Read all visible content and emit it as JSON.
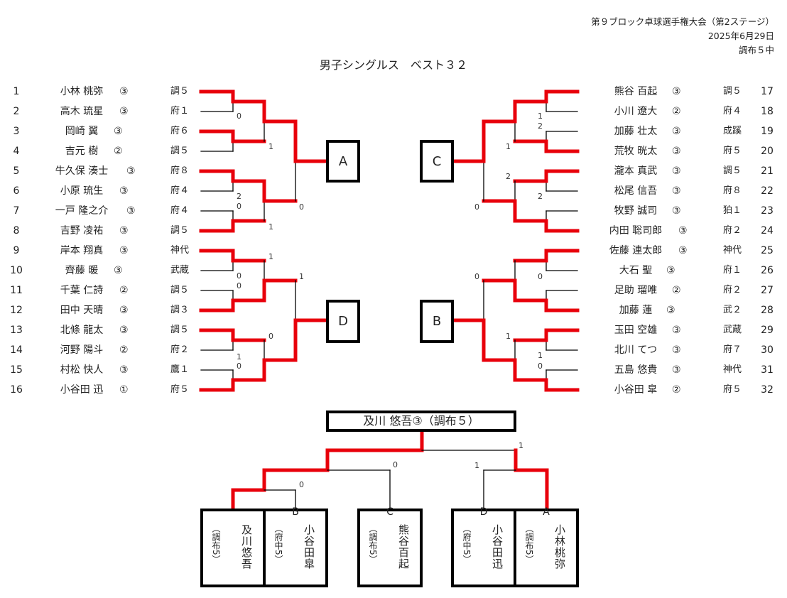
{
  "header": {
    "tournament": "第９ブロック卓球選手権大会（第2ステージ）",
    "date": "2025年6月29日",
    "venue": "調布５中"
  },
  "title": "男子シングルス　ベスト３２",
  "left_players": [
    {
      "num": "1",
      "name": "小林 桃弥",
      "grade": "③",
      "school": "調５"
    },
    {
      "num": "2",
      "name": "高木 琉星",
      "grade": "③",
      "school": "府１"
    },
    {
      "num": "3",
      "name": "岡崎 翼",
      "grade": "③",
      "school": "府６"
    },
    {
      "num": "4",
      "name": "吉元 樹",
      "grade": "②",
      "school": "調５"
    },
    {
      "num": "5",
      "name": "牛久保 湊士",
      "grade": "③",
      "school": "府８"
    },
    {
      "num": "6",
      "name": "小原 琉生",
      "grade": "③",
      "school": "府４"
    },
    {
      "num": "7",
      "name": "一戸 隆之介",
      "grade": "③",
      "school": "府４"
    },
    {
      "num": "8",
      "name": "吉野 凌祐",
      "grade": "③",
      "school": "調５"
    },
    {
      "num": "9",
      "name": "岸本 翔真",
      "grade": "③",
      "school": "神代"
    },
    {
      "num": "10",
      "name": "齊藤 暖",
      "grade": "③",
      "school": "武蔵"
    },
    {
      "num": "11",
      "name": "千葉 仁詩",
      "grade": "②",
      "school": "調５"
    },
    {
      "num": "12",
      "name": "田中 天晴",
      "grade": "③",
      "school": "調３"
    },
    {
      "num": "13",
      "name": "北條 龍太",
      "grade": "③",
      "school": "調５"
    },
    {
      "num": "14",
      "name": "河野 陽斗",
      "grade": "②",
      "school": "府２"
    },
    {
      "num": "15",
      "name": "村松 快人",
      "grade": "③",
      "school": "鷹１"
    },
    {
      "num": "16",
      "name": "小谷田 迅",
      "grade": "①",
      "school": "府５"
    }
  ],
  "right_players": [
    {
      "num": "17",
      "name": "熊谷 百起",
      "grade": "③",
      "school": "調５"
    },
    {
      "num": "18",
      "name": "小川 遼大",
      "grade": "②",
      "school": "府４"
    },
    {
      "num": "19",
      "name": "加藤 壮太",
      "grade": "③",
      "school": "成蹊"
    },
    {
      "num": "20",
      "name": "荒牧 晄太",
      "grade": "③",
      "school": "府５"
    },
    {
      "num": "21",
      "name": "瀧本 真武",
      "grade": "③",
      "school": "調５"
    },
    {
      "num": "22",
      "name": "松尾 信吾",
      "grade": "③",
      "school": "府８"
    },
    {
      "num": "23",
      "name": "牧野 誠司",
      "grade": "③",
      "school": "狛１"
    },
    {
      "num": "24",
      "name": "内田 聡司郎",
      "grade": "③",
      "school": "府２"
    },
    {
      "num": "25",
      "name": "佐藤 連太郎",
      "grade": "③",
      "school": "神代"
    },
    {
      "num": "26",
      "name": "大石 聖",
      "grade": "③",
      "school": "府１"
    },
    {
      "num": "27",
      "name": "足助 瑠唯",
      "grade": "②",
      "school": "府２"
    },
    {
      "num": "28",
      "name": "加藤 蓮",
      "grade": "③",
      "school": "武２"
    },
    {
      "num": "29",
      "name": "玉田 空雄",
      "grade": "③",
      "school": "武蔵"
    },
    {
      "num": "30",
      "name": "北川 てつ",
      "grade": "③",
      "school": "府７"
    },
    {
      "num": "31",
      "name": "五島 悠貴",
      "grade": "③",
      "school": "神代"
    },
    {
      "num": "32",
      "name": "小谷田 皐",
      "grade": "②",
      "school": "府５"
    }
  ],
  "results": {
    "left_top": {
      "r1": [
        true,
        true,
        true,
        false
      ],
      "r2": [
        true,
        true
      ],
      "r3": true
    },
    "left_bot": {
      "r1": [
        true,
        false,
        true,
        false
      ],
      "r2": [
        false,
        false
      ],
      "r3": false
    },
    "right_top": {
      "r1": [
        true,
        false,
        true,
        false
      ],
      "r2": [
        true,
        false
      ],
      "r3": true
    },
    "right_bot": {
      "r1": [
        true,
        false,
        true,
        false
      ],
      "r2": [
        false,
        false
      ],
      "r3": false
    }
  },
  "blocks": {
    "A": "A",
    "B": "B",
    "C": "C",
    "D": "D"
  },
  "scores": [
    "0",
    "1",
    "2",
    "0",
    "0",
    "1",
    "1",
    "0",
    "0",
    "1",
    "0",
    "1",
    "0",
    "1",
    "2",
    "1",
    "2",
    "2",
    "0",
    "0",
    "0",
    "1",
    "1",
    "0",
    "0",
    "0",
    "1",
    "1"
  ],
  "champion": "及川 悠吾③（調布５）",
  "final_boxes": [
    {
      "letter": "",
      "name": "及川悠吾",
      "school": "（調布5）"
    },
    {
      "letter": "B",
      "name": "小谷田皐",
      "school": "（府中5）"
    },
    {
      "letter": "C",
      "name": "熊谷百起",
      "school": "（調布5）"
    },
    {
      "letter": "D",
      "name": "小谷田迅",
      "school": "（府中5）"
    },
    {
      "letter": "A",
      "name": "小林桃弥",
      "school": "（調布5）"
    }
  ],
  "colors": {
    "win_line": "#e8000b",
    "line": "#000000"
  }
}
